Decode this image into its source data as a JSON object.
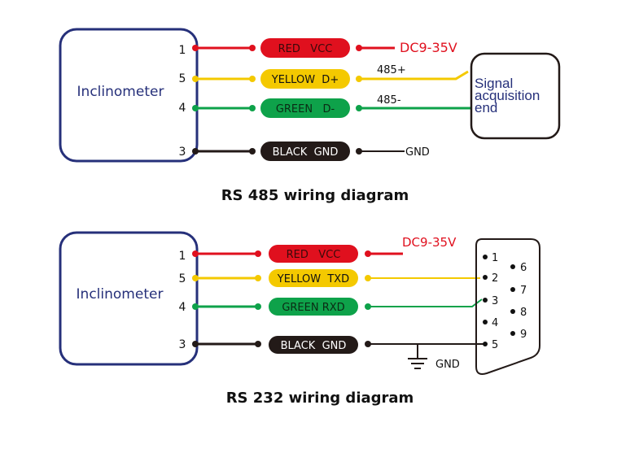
{
  "colors": {
    "box": "#26307a",
    "red": "#e0101e",
    "yellow": "#f4c900",
    "green": "#0ea24a",
    "black": "#231a18",
    "dc_text": "#e0101e",
    "signal_text": "#26307a"
  },
  "rs485": {
    "device": "Inclinometer",
    "title": "RS 485 wiring diagram",
    "wires": [
      {
        "pin": "1",
        "label": "RED   VCC",
        "color": "red",
        "note": "DC9-35V"
      },
      {
        "pin": "5",
        "label": "YELLOW  D+",
        "color": "yellow",
        "note": "485+"
      },
      {
        "pin": "4",
        "label": "GREEN   D-",
        "color": "green",
        "note": "485-"
      },
      {
        "pin": "3",
        "label": "BLACK  GND",
        "color": "black",
        "note": "GND"
      }
    ],
    "signal_box": {
      "line1": "Signal",
      "line2": "acquisition",
      "line3": "end"
    }
  },
  "rs232": {
    "device": "Inclinometer",
    "title": "RS 232 wiring diagram",
    "wires": [
      {
        "pin": "1",
        "label": "RED   VCC",
        "color": "red",
        "note": "DC9-35V"
      },
      {
        "pin": "5",
        "label": "YELLOW  TXD",
        "color": "yellow"
      },
      {
        "pin": "4",
        "label": "GREEN RXD",
        "color": "green"
      },
      {
        "pin": "3",
        "label": "BLACK  GND",
        "color": "black"
      }
    ],
    "ground_label": "GND",
    "db9_pins_left": [
      "1",
      "2",
      "3",
      "4",
      "5"
    ],
    "db9_pins_right": [
      "6",
      "7",
      "8",
      "9"
    ]
  }
}
